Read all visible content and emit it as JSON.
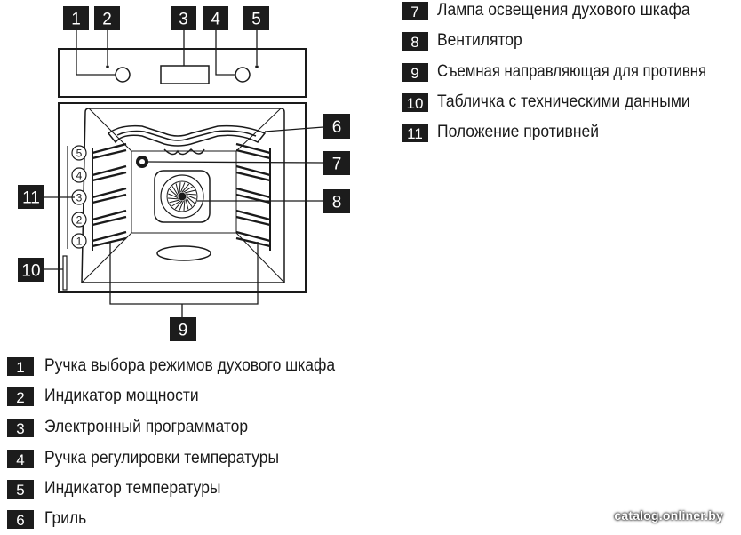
{
  "callouts": [
    "1",
    "2",
    "3",
    "4",
    "5",
    "6",
    "7",
    "8",
    "9",
    "10",
    "11"
  ],
  "shelf_levels": [
    "5",
    "4",
    "3",
    "2",
    "1"
  ],
  "legend": [
    {
      "num": "1",
      "text": "Ручка выбора режимов духового шкафа"
    },
    {
      "num": "2",
      "text": "Индикатор мощности"
    },
    {
      "num": "3",
      "text": "Электронный программатор"
    },
    {
      "num": "4",
      "text": "Ручка регулировки температуры"
    },
    {
      "num": "5",
      "text": "Индикатор температуры"
    },
    {
      "num": "6",
      "text": "Гриль"
    },
    {
      "num": "7",
      "text": "Лампа освещения духового шкафа"
    },
    {
      "num": "8",
      "text": "Вентилятор"
    },
    {
      "num": "9",
      "text": "Съемная направляющая для противня"
    },
    {
      "num": "10",
      "text": "Табличка с техническими данными"
    },
    {
      "num": "11",
      "text": "Положение противней"
    }
  ],
  "watermark": "catalog.onliner.by",
  "colors": {
    "badge": "#1c1c1c",
    "line": "#1a1a1a",
    "background": "#ffffff"
  }
}
